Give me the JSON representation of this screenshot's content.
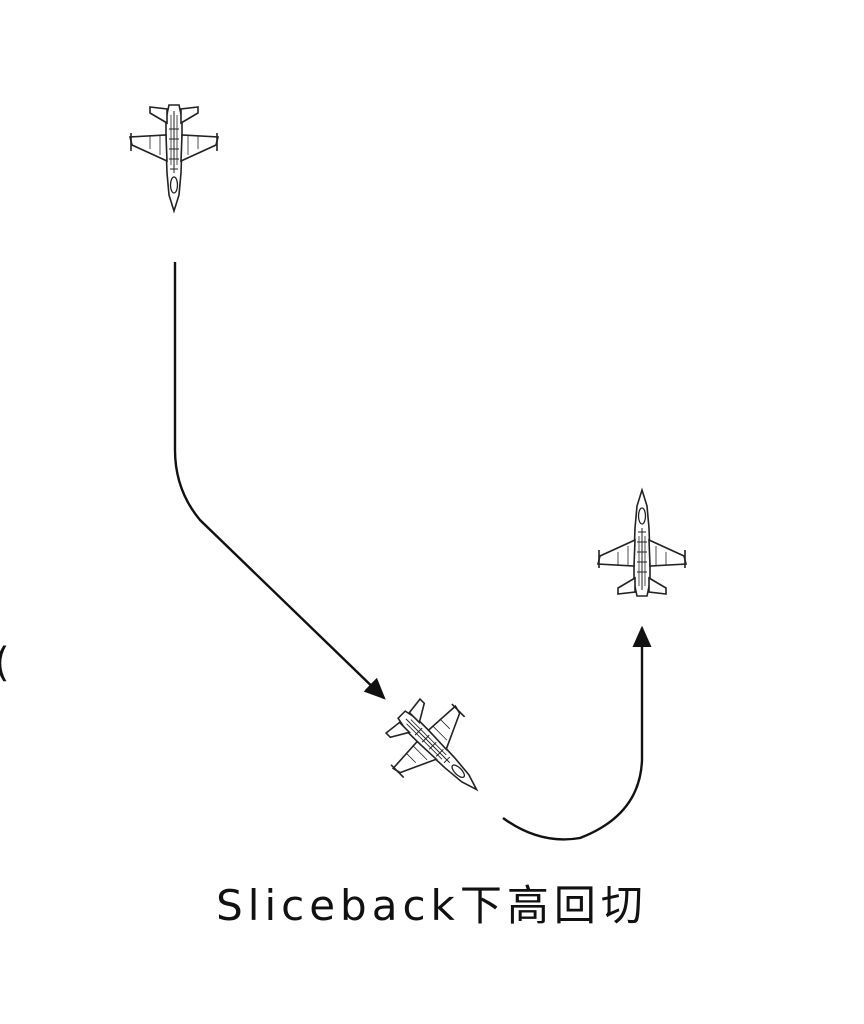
{
  "caption": "Sliceback下高回切",
  "edge_glyph": "(",
  "colors": {
    "line": "#111111",
    "jet_outline": "#222222",
    "background": "#ffffff"
  },
  "jets": [
    {
      "name": "jet-start",
      "heading": "south"
    },
    {
      "name": "jet-turning",
      "heading": "southeast"
    },
    {
      "name": "jet-target",
      "heading": "north"
    }
  ],
  "paths": [
    {
      "name": "descent-path",
      "arrow": "end"
    },
    {
      "name": "climb-path",
      "arrow": "end"
    }
  ]
}
